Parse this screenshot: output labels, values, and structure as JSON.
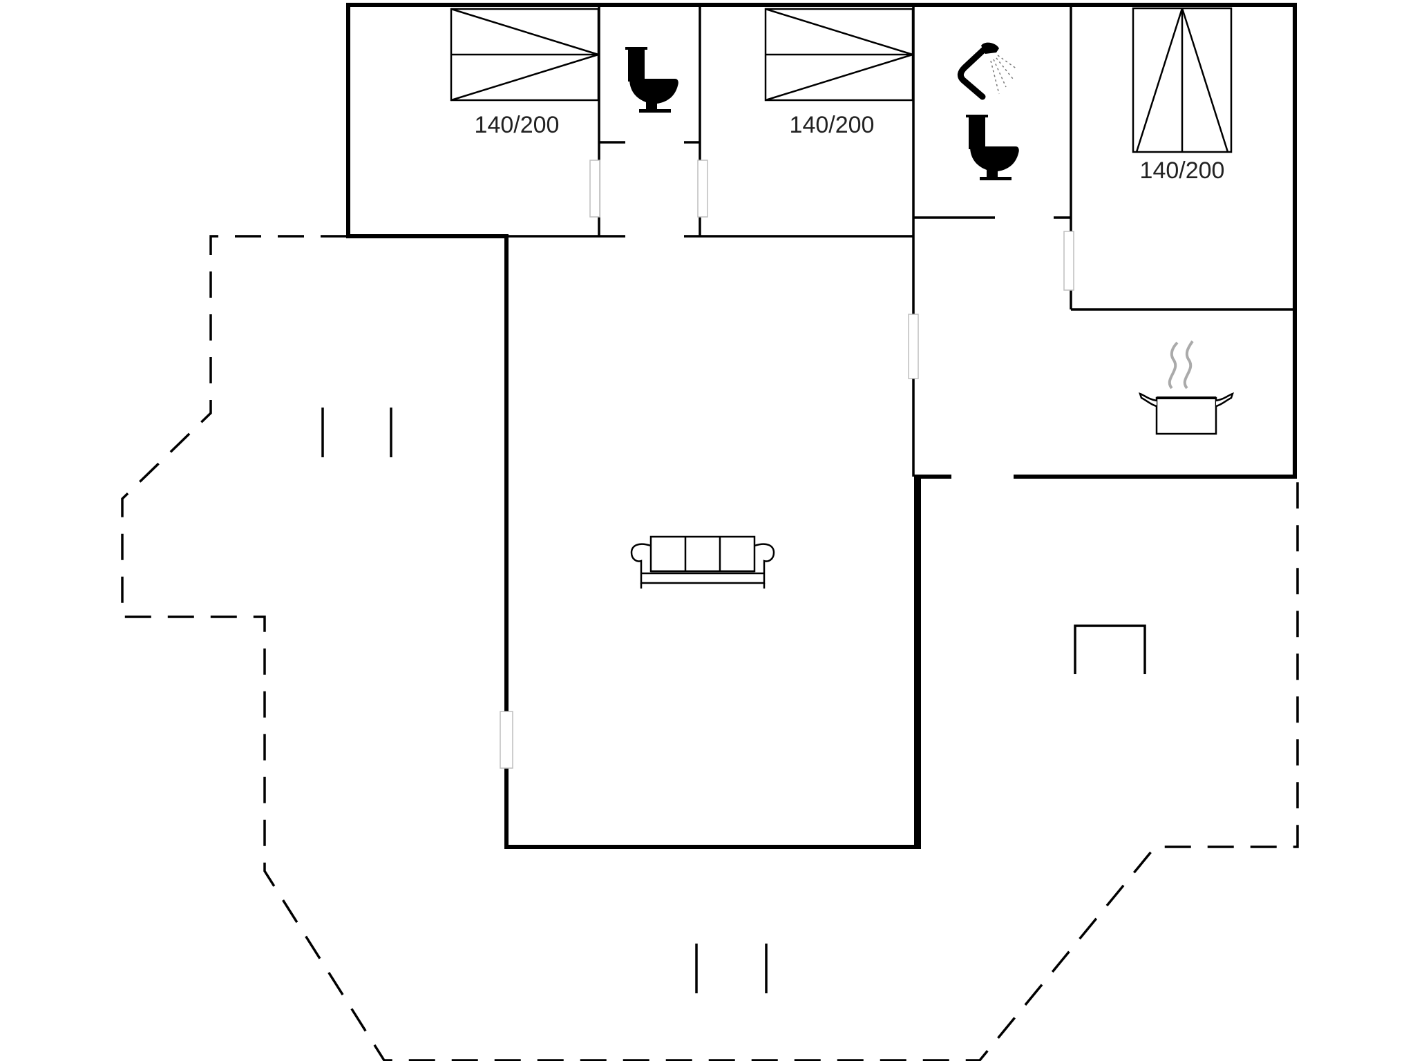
{
  "rooms": [
    {
      "name": "bedroom-1",
      "bed_size": "140/200"
    },
    {
      "name": "bedroom-2",
      "bed_size": "140/200"
    },
    {
      "name": "bedroom-3",
      "bed_size": "140/200"
    }
  ],
  "icons": [
    "toilet-icon",
    "shower-icon",
    "toilet-icon",
    "cooking-pot-icon",
    "sofa-icon",
    "post-icon"
  ]
}
